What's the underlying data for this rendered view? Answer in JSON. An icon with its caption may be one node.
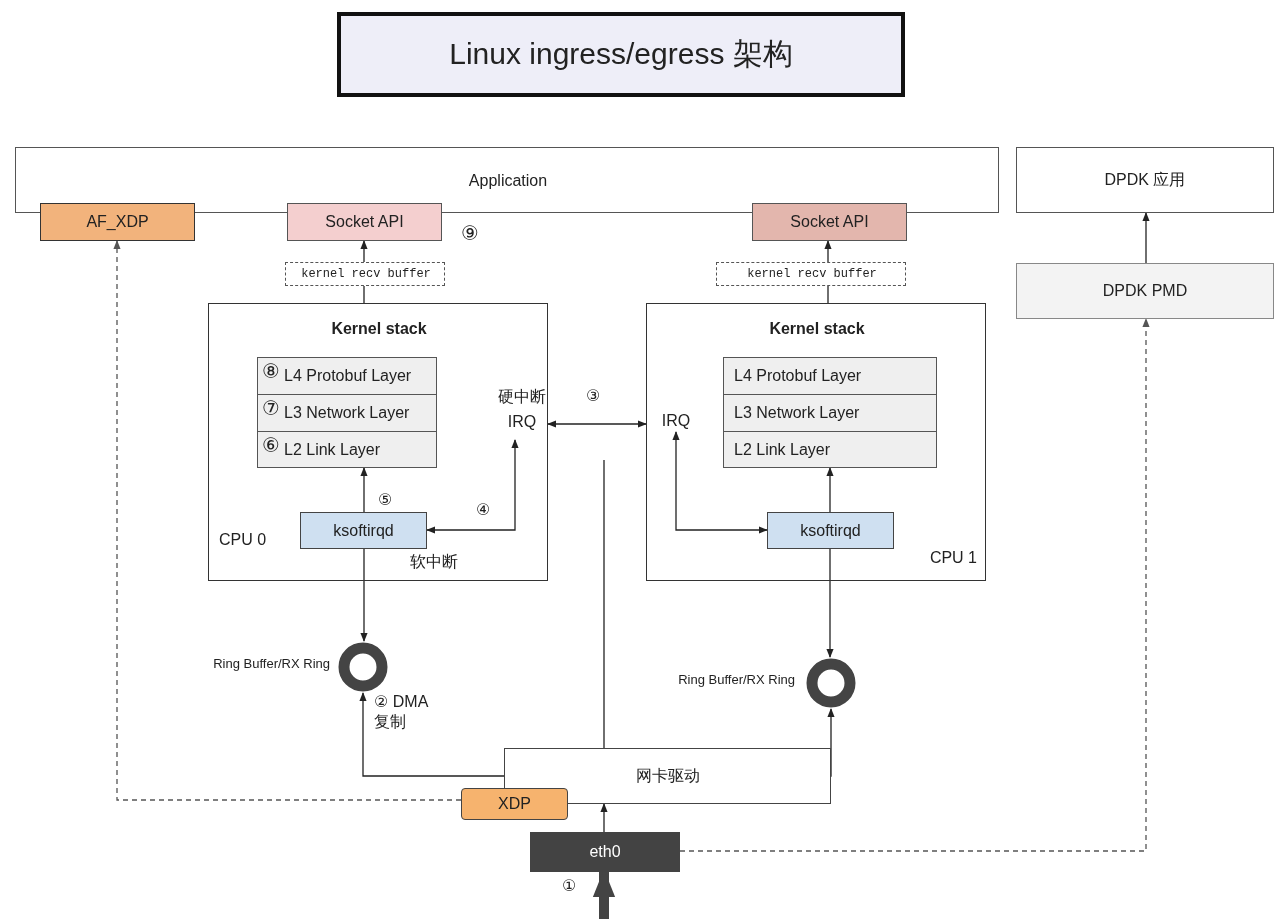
{
  "diagram": {
    "title": "Linux ingress/egress 架构",
    "nodes": [
      {
        "text": [
          "Application"
        ]
      },
      {
        "text": [
          "AF_XDP"
        ]
      },
      {
        "text": [
          "Socket API"
        ],
        "beside": [
          "⑨"
        ]
      },
      {
        "text": [
          "Socket API"
        ]
      },
      {
        "text": [
          "DPDK 应用"
        ]
      },
      {
        "text": [
          "kernel recv buffer"
        ]
      },
      {
        "text": [
          "kernel recv buffer"
        ]
      },
      {
        "text": [
          "DPDK PMD"
        ]
      },
      {
        "text": [
          "Kernel stack",
          "CPU 0"
        ]
      },
      {
        "text": [
          "⑧",
          "L4 Protobuf Layer"
        ],
        "in": 8
      },
      {
        "text": [
          "⑦",
          "L3 Network Layer"
        ],
        "in": 8
      },
      {
        "text": [
          "⑥",
          "L2 Link Layer"
        ],
        "in": 8
      },
      {
        "text": [
          "硬中断",
          "IRQ"
        ],
        "in": 8
      },
      {
        "text": [
          "ksoftirqd"
        ],
        "in": 8,
        "beside": [
          "软中断"
        ]
      },
      {
        "text": [
          "Kernel stack",
          "CPU 1"
        ]
      },
      {
        "text": [
          "L4 Protobuf Layer"
        ],
        "in": 14
      },
      {
        "text": [
          "L3 Network Layer"
        ],
        "in": 14
      },
      {
        "text": [
          "L2 Link Layer"
        ],
        "in": 14
      },
      {
        "text": [
          "IRQ"
        ],
        "in": 14
      },
      {
        "text": [
          "ksoftirqd"
        ],
        "in": 14
      },
      {
        "text": [],
        "shape": "circle",
        "beside": [
          "Ring Buffer/RX Ring"
        ]
      },
      {
        "text": [],
        "shape": "circle",
        "beside": [
          "Ring Buffer/RX Ring"
        ]
      },
      {
        "text": [
          "网卡驱动"
        ]
      },
      {
        "text": [
          "XDP"
        ]
      },
      {
        "text": [
          "eth0"
        ]
      }
    ],
    "edges": [
      {
        "from": 5,
        "to": 2,
        "arrow": "to"
      },
      {
        "from": 8,
        "to": 5,
        "arrow": "none"
      },
      {
        "from": 6,
        "to": 3,
        "arrow": "to"
      },
      {
        "from": 14,
        "to": 6,
        "arrow": "none"
      },
      {
        "from": 7,
        "to": 4,
        "arrow": "to"
      },
      {
        "from": 13,
        "to": 11,
        "arrow": "to",
        "label": "⑤"
      },
      {
        "from": 13,
        "to": 12,
        "arrow": "both",
        "label": "④"
      },
      {
        "from": 8,
        "to": 14,
        "arrow": "both",
        "label": "③"
      },
      {
        "from": 18,
        "to": 19,
        "arrow": "both"
      },
      {
        "from": 19,
        "to": 17,
        "arrow": "to"
      },
      {
        "from": 13,
        "to": 20,
        "arrow": "to"
      },
      {
        "from": 19,
        "to": 21,
        "arrow": "to"
      },
      {
        "from": 22,
        "to": 20,
        "arrow": "to",
        "label": "② DMA 复制"
      },
      {
        "from": 22,
        "to": 21,
        "arrow": "to"
      },
      {
        "from": 22,
        "to": null,
        "arrow": "none"
      },
      {
        "from": 24,
        "to": 22,
        "arrow": "to"
      },
      {
        "from": 23,
        "to": 1,
        "arrow": "to",
        "style": "dashed",
        "color": "#555555"
      },
      {
        "from": 24,
        "to": 7,
        "arrow": "to",
        "style": "dashed",
        "color": "#555555"
      },
      {
        "from": null,
        "to": 24,
        "arrow": "to",
        "label": "①",
        "style": "thick",
        "color": "#444444"
      }
    ]
  }
}
